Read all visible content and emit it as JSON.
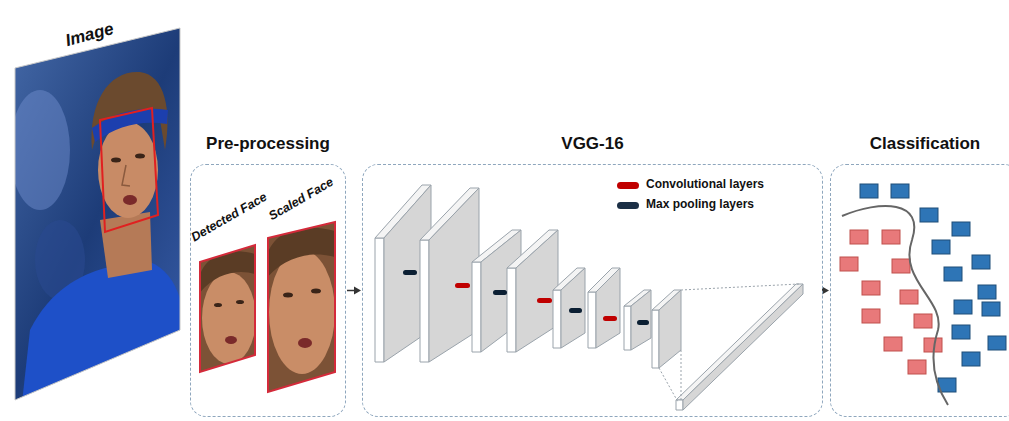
{
  "diagram": {
    "nodes": [
      {
        "text": [
          "Image"
        ]
      },
      {
        "text": [
          "Pre-processing"
        ]
      },
      {
        "text": [
          "Detected Face"
        ],
        "in": 1
      },
      {
        "text": [
          "Scaled Face"
        ],
        "in": 1
      },
      {
        "text": [
          "VGG-16"
        ]
      },
      {
        "text": [
          "Classification"
        ]
      }
    ],
    "edges": [
      {
        "from": 1,
        "to": 4,
        "arrow": "to"
      },
      {
        "from": 4,
        "to": 5,
        "arrow": "to"
      }
    ],
    "legend": [
      {
        "text": "Convolutional layers",
        "color": "#c00000"
      },
      {
        "text": "Max pooling layers",
        "color": "#1b2f45"
      }
    ]
  }
}
